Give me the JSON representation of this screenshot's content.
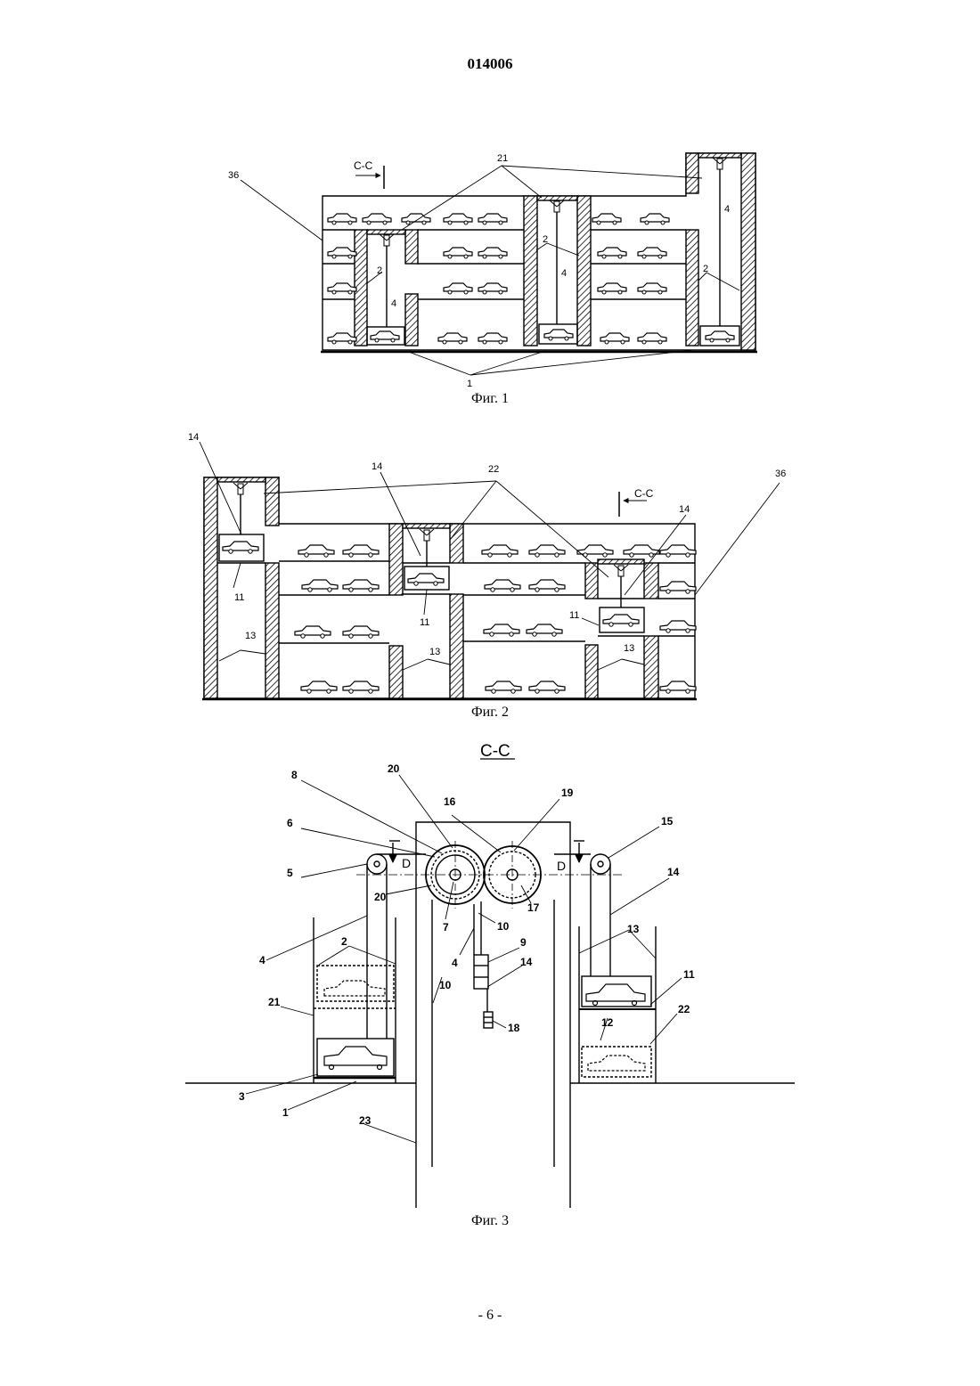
{
  "header": {
    "patent_number": "014006"
  },
  "figures": {
    "fig1": {
      "caption": "Фиг. 1",
      "section_mark": "С-С",
      "labels": {
        "l36": "36",
        "l21": "21",
        "l2": "2",
        "l4": "4",
        "l1": "1"
      }
    },
    "fig2": {
      "caption": "Фиг. 2",
      "section_mark": "С-С",
      "labels": {
        "l14": "14",
        "l22": "22",
        "l36": "36",
        "l11": "11",
        "l13": "13"
      }
    },
    "fig3": {
      "caption": "Фиг. 3",
      "section_title": "С-С",
      "labels": {
        "l1": "1",
        "l2": "2",
        "l3": "3",
        "l4": "4",
        "l5": "5",
        "l6": "6",
        "l7": "7",
        "l8": "8",
        "l9": "9",
        "l10": "10",
        "l11": "11",
        "l12": "12",
        "l13": "13",
        "l14": "14",
        "l15": "15",
        "l16": "16",
        "l17": "17",
        "l18": "18",
        "l19": "19",
        "l20": "20",
        "l21": "21",
        "l22": "22",
        "l23": "23",
        "lD": "D"
      }
    }
  },
  "footer": {
    "page_number": "- 6 -"
  }
}
